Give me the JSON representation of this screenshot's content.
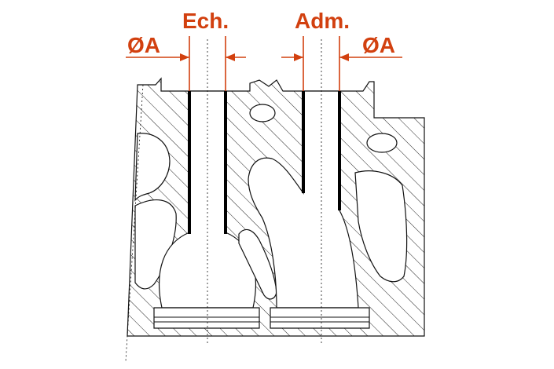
{
  "labels": {
    "exhaust": "Ech.",
    "intake": "Adm.",
    "diameter_left": "ØA",
    "diameter_right": "ØA"
  },
  "colors": {
    "annotation": "#d2400f",
    "outline": "#111111",
    "background": "#ffffff"
  }
}
